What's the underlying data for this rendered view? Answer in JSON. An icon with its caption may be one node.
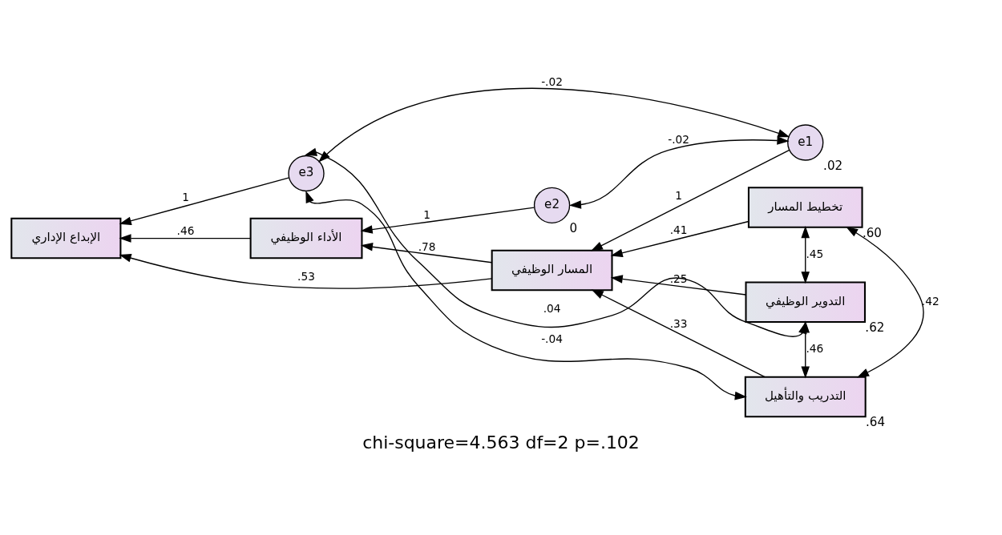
{
  "diagram": {
    "caption": "chi-square=4.563 df=2 p=.102",
    "nodes": [
      {
        "text": [
          "e3"
        ]
      },
      {
        "text": [
          "e2"
        ],
        "beside": [
          "0"
        ]
      },
      {
        "text": [
          "الأداء الوظيفي"
        ]
      },
      {
        "text": [
          "e1"
        ],
        "beside": [
          ".02"
        ]
      },
      {
        "text": [
          "الإبداع الإداري"
        ]
      },
      {
        "text": [
          "المسار الوظيفي"
        ]
      },
      {
        "text": [
          "تخطيط المسار"
        ],
        "beside": [
          ".60"
        ]
      },
      {
        "text": [
          "التدوير الوظيفي"
        ],
        "beside": [
          ".62"
        ]
      },
      {
        "text": [
          "التدريب والتأهيل"
        ],
        "beside": [
          ".64"
        ]
      }
    ],
    "edges": [
      {
        "from": 0,
        "to": 4,
        "arrow": "to",
        "label": "1"
      },
      {
        "from": 1,
        "to": 2,
        "arrow": "to",
        "label": "1"
      },
      {
        "from": 3,
        "to": 5,
        "arrow": "to",
        "label": "1"
      },
      {
        "from": 2,
        "to": 4,
        "arrow": "to",
        "label": ".46"
      },
      {
        "from": 5,
        "to": 2,
        "arrow": "to",
        "label": ".78"
      },
      {
        "from": 5,
        "to": 4,
        "arrow": "to",
        "label": ".53"
      },
      {
        "from": 6,
        "to": 5,
        "arrow": "to",
        "label": ".41"
      },
      {
        "from": 7,
        "to": 5,
        "arrow": "to",
        "label": ".25"
      },
      {
        "from": 8,
        "to": 5,
        "arrow": "to",
        "label": ".33"
      },
      {
        "from": 0,
        "to": 7,
        "arrow": "both",
        "label": ".04"
      },
      {
        "from": 0,
        "to": 3,
        "arrow": "both",
        "label": "-.02"
      },
      {
        "from": 0,
        "to": 8,
        "arrow": "both",
        "label": "-.04"
      },
      {
        "from": 1,
        "to": 3,
        "arrow": "both",
        "label": "-.02"
      },
      {
        "from": 6,
        "to": 7,
        "arrow": "both",
        "label": ".45"
      },
      {
        "from": 7,
        "to": 8,
        "arrow": "both",
        "label": ".46"
      },
      {
        "from": 6,
        "to": 8,
        "arrow": "both",
        "label": ".42"
      }
    ]
  }
}
